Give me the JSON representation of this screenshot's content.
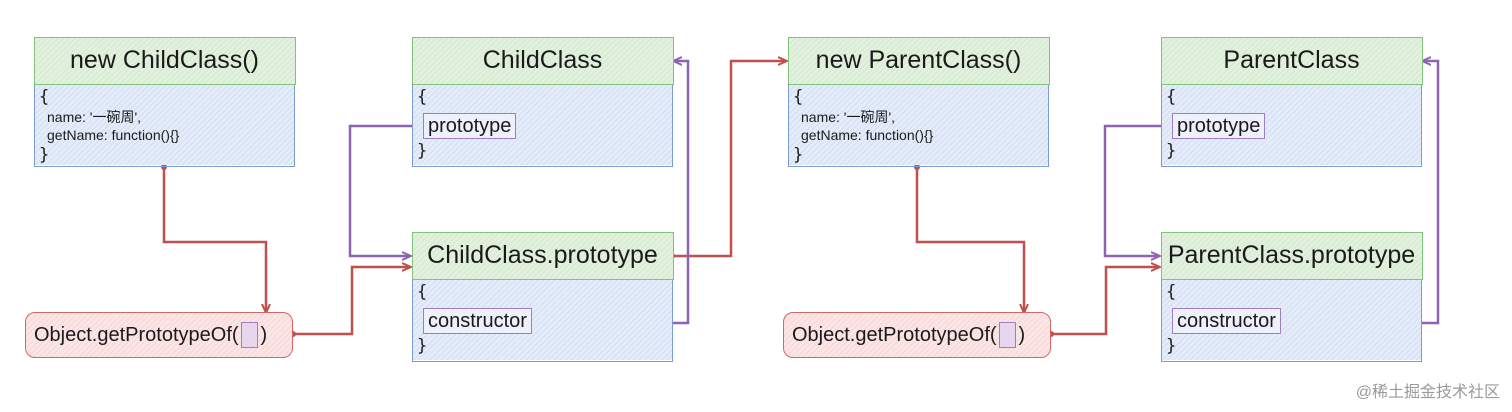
{
  "instance1": {
    "title": "new ChildClass()",
    "open": "{",
    "name_line": "name: '一碗周',",
    "method_line": "getName: function(){}",
    "close": "}"
  },
  "class1": {
    "title": "ChildClass",
    "open": "{",
    "field": "prototype",
    "close": "}"
  },
  "proto1": {
    "title": "ChildClass.prototype",
    "open": "{",
    "field": "constructor",
    "close": "}"
  },
  "call1": {
    "prefix": "Object.getPrototypeOf(",
    "suffix": ")"
  },
  "instance2": {
    "title": "new ParentClass()",
    "open": "{",
    "name_line": "name: '一碗周',",
    "method_line": "getName: function(){}",
    "close": "}"
  },
  "class2": {
    "title": "ParentClass",
    "open": "{",
    "field": "prototype",
    "close": "}"
  },
  "proto2": {
    "title": "ParentClass.prototype",
    "open": "{",
    "field": "constructor",
    "close": "}"
  },
  "call2": {
    "prefix": "Object.getPrototypeOf(",
    "suffix": ")"
  },
  "colors": {
    "red_arrow": "#c0504d",
    "purple_arrow": "#8e63b0"
  },
  "watermark": "@稀土掘金技术社区"
}
